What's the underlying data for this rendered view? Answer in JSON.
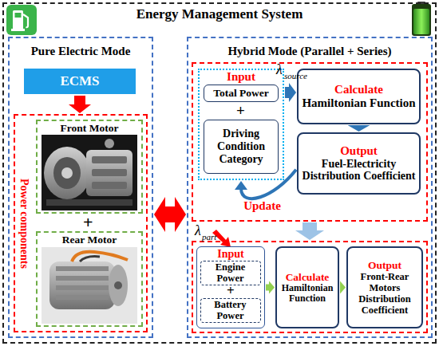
{
  "diagram": {
    "nodes": [
      {
        "text": [
          "Energy Management System"
        ]
      },
      {
        "text": [
          "Pure Electric Mode"
        ],
        "in": 0
      },
      {
        "text": [
          "ECMS"
        ],
        "in": 1
      },
      {
        "text": [
          "Power components"
        ],
        "in": 1
      },
      {
        "text": [
          "Front Motor"
        ],
        "in": 3
      },
      {
        "text": [
          "Rear Motor"
        ],
        "in": 3
      },
      {
        "text": [
          "Hybrid Mode (Parallel + Series)"
        ],
        "in": 0
      },
      {
        "text": [],
        "in": 6
      },
      {
        "text": [
          "Input"
        ],
        "in": 7
      },
      {
        "text": [
          "Total Power"
        ],
        "in": 8
      },
      {
        "text": [
          "Driving Condition Category"
        ],
        "in": 8
      },
      {
        "text": [
          "Calculate",
          "Hamiltonian Function"
        ],
        "in": 7
      },
      {
        "text": [
          "Output",
          "Fuel-Electricity Distribution Coefficient"
        ],
        "in": 7
      },
      {
        "text": [],
        "in": 6
      },
      {
        "text": [
          "Input"
        ],
        "in": 13
      },
      {
        "text": [
          "Engine Power"
        ],
        "in": 14
      },
      {
        "text": [
          "Battery Power"
        ],
        "in": 14
      },
      {
        "text": [
          "Calculate",
          "Hamiltonian Function"
        ],
        "in": 13
      },
      {
        "text": [
          "Output",
          "Front-Rear Motors Distribution Coefficient"
        ],
        "in": 13
      }
    ],
    "edges": [
      {
        "from": 2,
        "to": 3,
        "arrow": "to"
      },
      {
        "from": 1,
        "to": 6,
        "arrow": "both"
      },
      {
        "from": 8,
        "to": 11,
        "arrow": "to"
      },
      {
        "from": 11,
        "to": 12,
        "arrow": "to"
      },
      {
        "from": 12,
        "to": 8,
        "label": "Update",
        "arrow": "to"
      },
      {
        "from": 7,
        "to": 13,
        "arrow": "to"
      },
      {
        "from": 14,
        "to": 17,
        "arrow": "to"
      },
      {
        "from": 17,
        "to": 18,
        "arrow": "to"
      }
    ],
    "labels": [
      "+",
      "λ",
      "source",
      "+",
      "λ",
      "part",
      "+"
    ]
  }
}
